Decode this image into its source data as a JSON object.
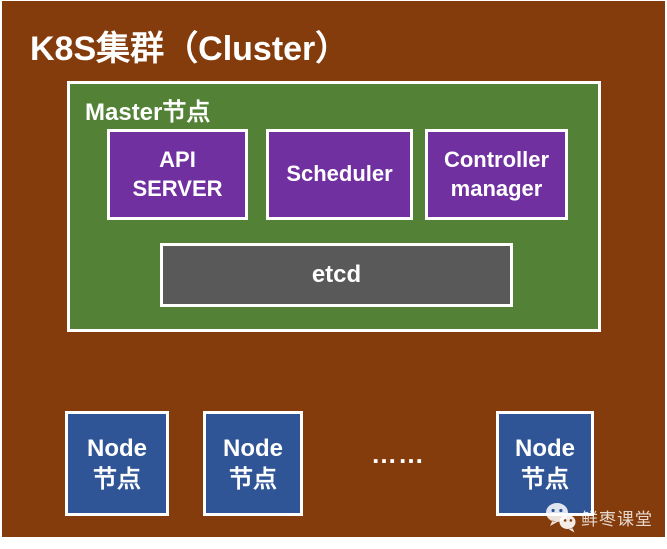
{
  "cluster": {
    "title": "K8S集群（Cluster）",
    "master": {
      "label": "Master节点",
      "components": [
        {
          "id": "api-server",
          "label": "API SERVER"
        },
        {
          "id": "scheduler",
          "label": "Scheduler"
        },
        {
          "id": "controller-manager",
          "label": "Controller manager"
        }
      ],
      "etcd": {
        "label": "etcd"
      }
    },
    "nodes": [
      {
        "line1": "Node",
        "line2": "节点"
      },
      {
        "line1": "Node",
        "line2": "节点"
      },
      {
        "line1": "Node",
        "line2": "节点"
      }
    ],
    "ellipsis": "……"
  },
  "watermark": {
    "label": "鲜枣课堂",
    "icon": "wechat-chat-bubbles"
  },
  "colors": {
    "background_brown": "#843C0C",
    "master_green": "#538135",
    "component_purple": "#7030A0",
    "etcd_gray": "#595959",
    "node_blue": "#2F5597",
    "border_white": "#FFFFFF",
    "text_white": "#FFFFFF"
  }
}
